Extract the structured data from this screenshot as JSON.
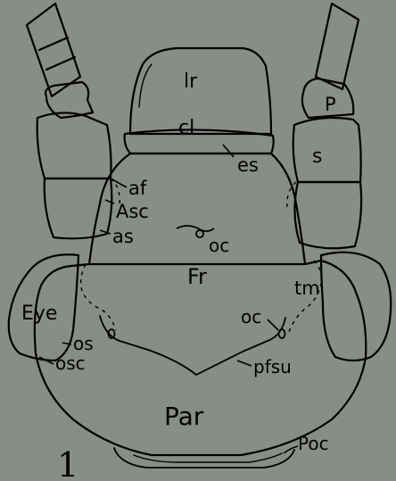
{
  "figure": {
    "number": "1",
    "colors": {
      "background": "#888d86",
      "ink": "#000000"
    },
    "labels": {
      "lr": "lr",
      "cl": "cl",
      "es": "es",
      "P": "P",
      "s": "s",
      "af": "af",
      "asc": "Asc",
      "as": "as",
      "oc_center": "oc",
      "fr": "Fr",
      "tm": "tm",
      "eye": "Eye",
      "os": "os",
      "osc": "osc",
      "oc_right": "oc",
      "pfsu": "pfsu",
      "par": "Par",
      "poc": "Poc"
    }
  }
}
